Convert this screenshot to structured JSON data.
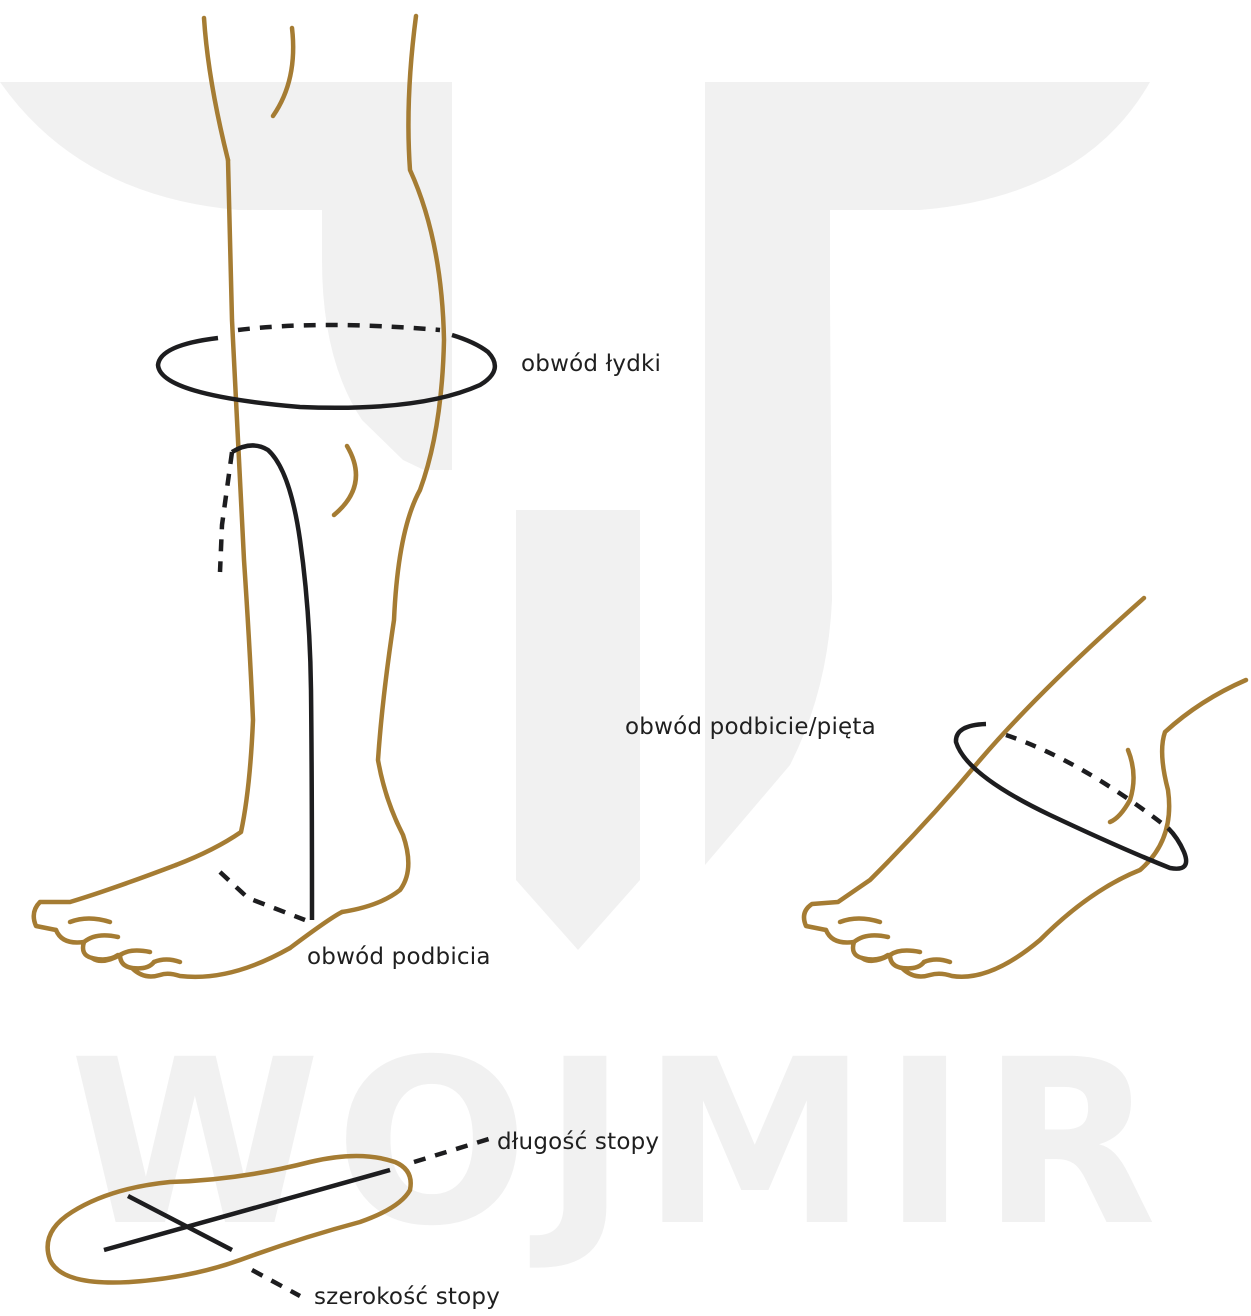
{
  "watermark": {
    "brand_text": "WOJMIR",
    "color": "#f1f1f1"
  },
  "colors": {
    "outline": "#a57c33",
    "measure": "#1d1d1f",
    "text": "#1f1f1f"
  },
  "labels": {
    "calf_circumference": "obwód łydki",
    "instep_circumference": "obwód podbicia",
    "instep_heel_circumference": "obwód podbicie/pięta",
    "foot_length": "długość stopy",
    "foot_width": "szerokość stopy"
  }
}
